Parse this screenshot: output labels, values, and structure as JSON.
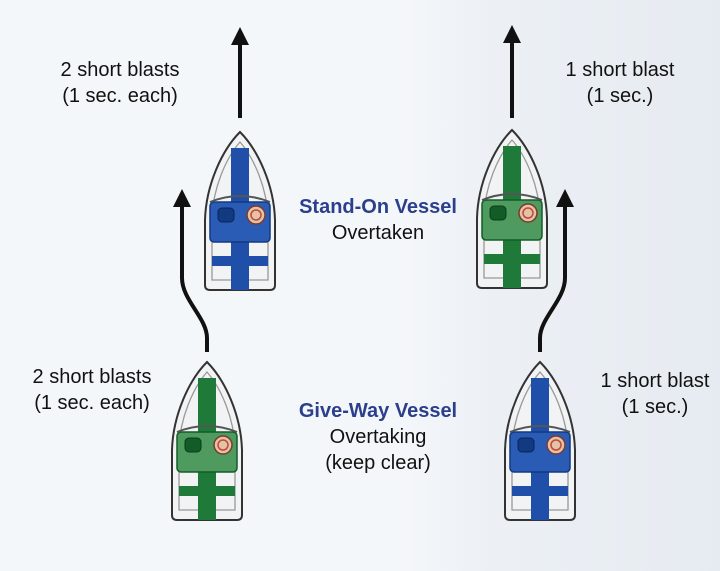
{
  "colors": {
    "blue": "#1f4fa8",
    "blue_dark": "#123a82",
    "green": "#1f7a3a",
    "green_dark": "#125c28",
    "hull": "#f2f3f4",
    "outline": "#333333",
    "arrow": "#111111",
    "title": "#2b3f8c"
  },
  "icons": [
    "boat-blue-icon",
    "boat-green-icon",
    "arrow-straight-icon",
    "arrow-curved-icon",
    "steering-wheel-icon",
    "seat-icon"
  ],
  "left": {
    "top_signal": {
      "line1": "2 short blasts",
      "line2": "(1 sec. each)"
    },
    "bottom_signal": {
      "line1": "2 short blasts",
      "line2": "(1 sec. each)"
    },
    "top_boat_color": "blue",
    "bottom_boat_color": "green"
  },
  "right": {
    "top_signal": {
      "line1": "1 short blast",
      "line2": "(1 sec.)"
    },
    "bottom_signal": {
      "line1": "1 short blast",
      "line2": "(1 sec.)"
    },
    "top_boat_color": "green",
    "bottom_boat_color": "blue"
  },
  "center": {
    "stand_on_title": "Stand-On Vessel",
    "stand_on_sub": "Overtaken",
    "give_way_title": "Give-Way Vessel",
    "give_way_sub1": "Overtaking",
    "give_way_sub2": "(keep clear)"
  }
}
